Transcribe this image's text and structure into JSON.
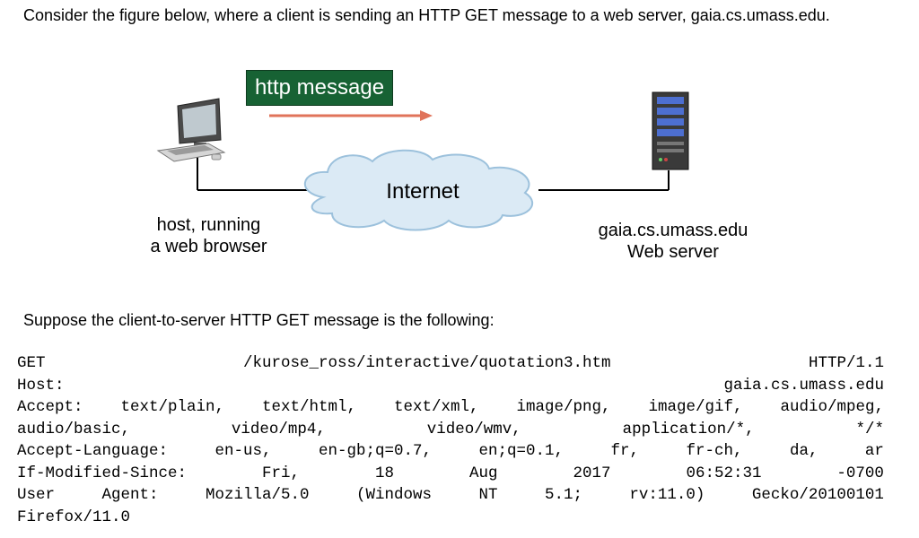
{
  "intro_text": "Consider the figure below, where a client is sending an HTTP GET message to a web server, gaia.cs.umass.edu.",
  "figure": {
    "message_box_label": "http message",
    "cloud_label": "Internet",
    "host_label_line1": "host, running",
    "host_label_line2": "a web browser",
    "server_label_line1": "gaia.cs.umass.edu",
    "server_label_line2": "Web server",
    "colors": {
      "message_box": "#176234",
      "arrow": "#e0735a",
      "cloud": "#dbeaf5"
    },
    "icons": [
      "desktop-computer-icon",
      "server-tower-icon",
      "cloud-icon",
      "arrow-right-icon"
    ]
  },
  "suppose_text": "Suppose the client-to-server HTTP GET message is the following:",
  "http_message": {
    "lines": [
      [
        "GET",
        "/kurose_ross/interactive/quotation3.htm",
        "HTTP/1.1"
      ],
      [
        "Host:",
        "gaia.cs.umass.edu"
      ],
      [
        "Accept:",
        "text/plain,",
        "text/html,",
        "text/xml,",
        "image/png,",
        "image/gif,",
        "audio/mpeg,"
      ],
      [
        "audio/basic,",
        "video/mp4,",
        "video/wmv,",
        "application/*,",
        "*/*"
      ],
      [
        "Accept-Language:",
        "en-us,",
        "en-gb;q=0.7,",
        "en;q=0.1,",
        "fr,",
        "fr-ch,",
        "da,",
        "ar"
      ],
      [
        "If-Modified-Since:",
        "Fri,",
        "18",
        "Aug",
        "2017",
        "06:52:31",
        "-0700"
      ],
      [
        "User",
        "Agent:",
        "Mozilla/5.0",
        "(Windows",
        "NT",
        "5.1;",
        "rv:11.0)",
        "Gecko/20100101"
      ],
      [
        "Firefox/11.0"
      ]
    ]
  }
}
